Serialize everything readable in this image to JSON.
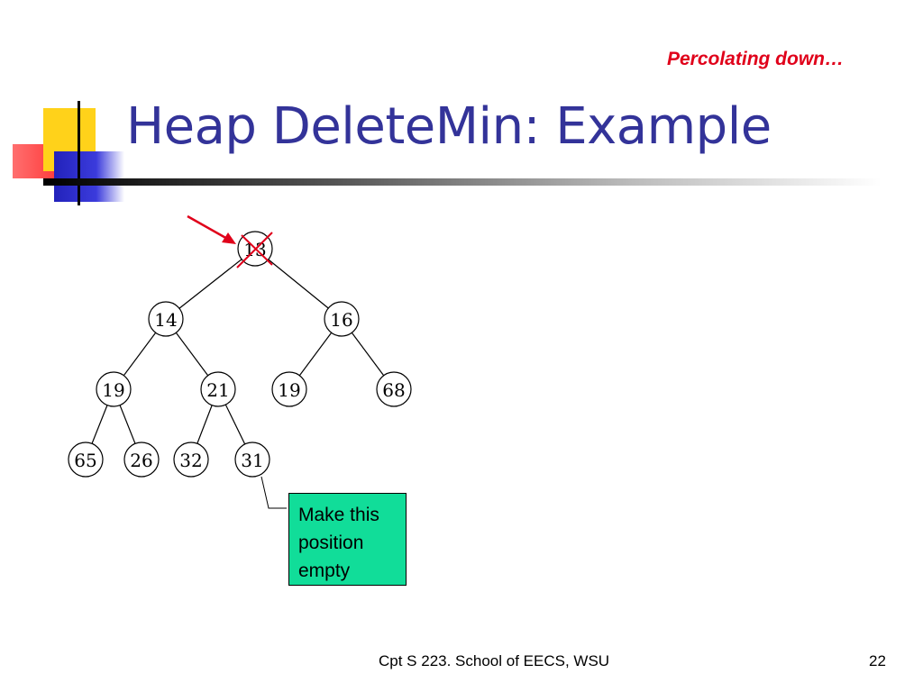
{
  "slide": {
    "subtitle": "Percolating down…",
    "title": "Heap DeleteMin: Example",
    "footer": "Cpt S 223. School of EECS, WSU",
    "page_number": "22"
  },
  "heap": {
    "root": "13",
    "level1": [
      "14",
      "16"
    ],
    "level2": [
      "19",
      "21",
      "19",
      "68"
    ],
    "level3": [
      "65",
      "26",
      "32",
      "31"
    ]
  },
  "callout": {
    "lines": [
      "Make this",
      "position",
      "empty"
    ]
  },
  "colors": {
    "title": "#333399",
    "subtitle": "#e0001a",
    "callout_fill": "#11dd99",
    "marker": "#e0001a"
  }
}
